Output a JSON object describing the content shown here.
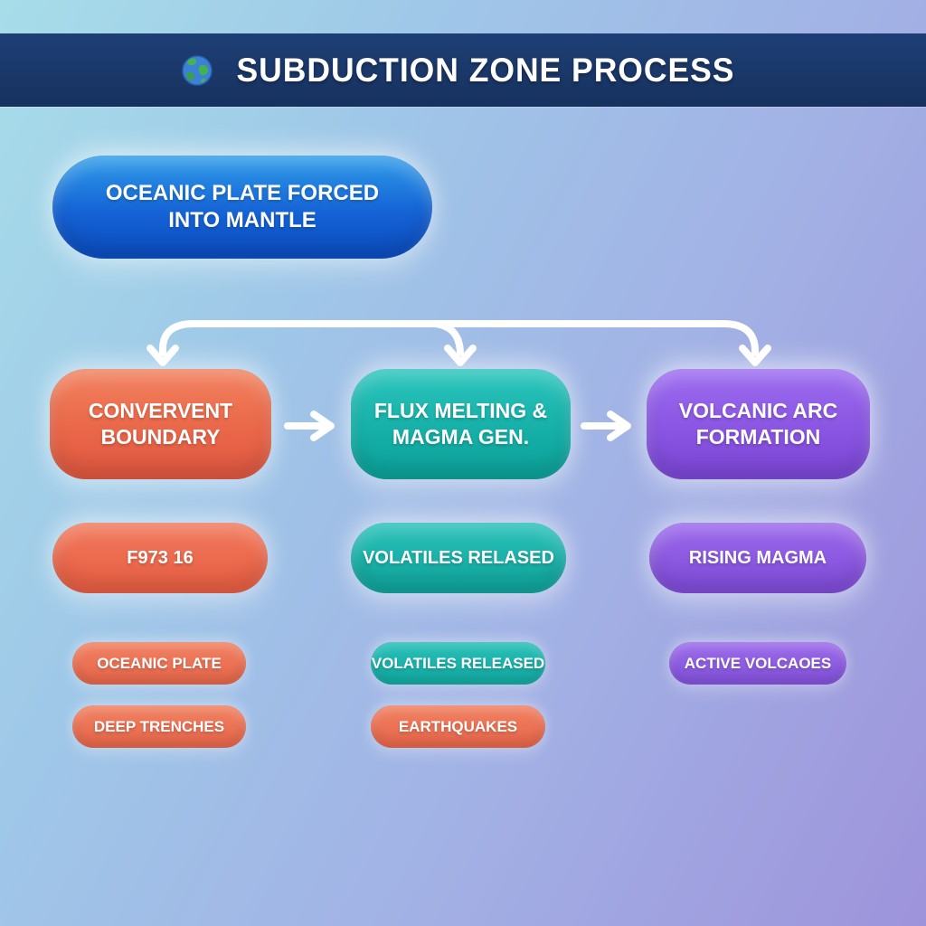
{
  "palette": {
    "header_bg": "#1a3768",
    "background_top_left": "#a7dde9",
    "background_bottom_right": "#9e93db",
    "root_blue": "#1563d6",
    "orange": "#ea6749",
    "teal": "#16b0a8",
    "purple": "#8a55e2",
    "connector": "#ffffff",
    "text": "#ffffff"
  },
  "header": {
    "icon": "globe-icon",
    "title": "SUBDUCTION ZONE PROCESS"
  },
  "root": {
    "label": "OCEANIC PLATE FORCED\nINTO MANTLE"
  },
  "columns": [
    {
      "color": "#ea6749",
      "main": "CONVERVENT\nBOUNDARY",
      "sub": "F973 16",
      "tags": [
        {
          "label": "OCEANIC PLATE",
          "color": "#ea6749"
        },
        {
          "label": "DEEP TRENCHES",
          "color": "#ea6749"
        }
      ]
    },
    {
      "color": "#16b0a8",
      "main": "FLUX MELTING &\nMAGMA GEN.",
      "sub": "VOLATILES RELASED",
      "tags": [
        {
          "label": "VOLATILES RELEASED",
          "color": "#16b0a8"
        },
        {
          "label": "EARTHQUAKES",
          "color": "#ea6749"
        }
      ]
    },
    {
      "color": "#8a55e2",
      "main": "VOLCANIC ARC\nFORMATION",
      "sub": "RISING MAGMA",
      "tags": [
        {
          "label": "ACTIVE VOLCAOES",
          "color": "#8a55e2"
        }
      ]
    }
  ]
}
